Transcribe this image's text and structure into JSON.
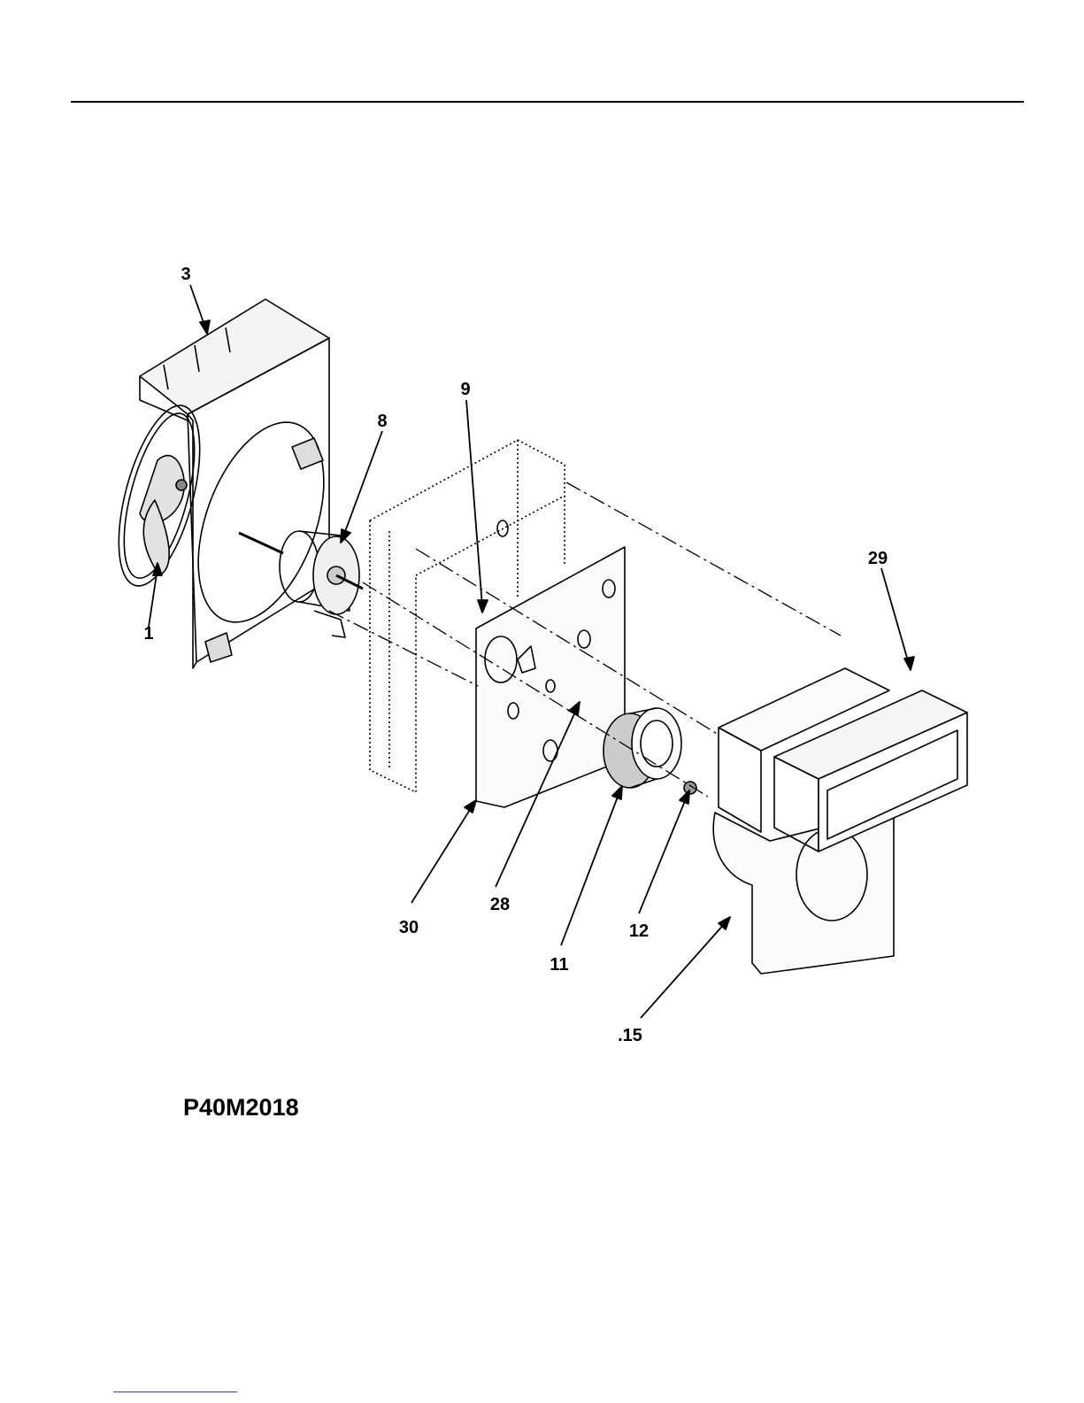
{
  "diagram": {
    "callouts": [
      {
        "id": "c1",
        "text": "1"
      },
      {
        "id": "c3",
        "text": "3"
      },
      {
        "id": "c8",
        "text": "8"
      },
      {
        "id": "c9",
        "text": "9"
      },
      {
        "id": "c29",
        "text": "29"
      },
      {
        "id": "c30",
        "text": "30"
      },
      {
        "id": "c28",
        "text": "28"
      },
      {
        "id": "c11",
        "text": "11"
      },
      {
        "id": "c12",
        "text": "12"
      },
      {
        "id": "c15",
        "text": ".15"
      }
    ]
  },
  "figure_code": "P40M2018",
  "colors": {
    "ink": "#000000",
    "link": "#3b3bd0"
  }
}
